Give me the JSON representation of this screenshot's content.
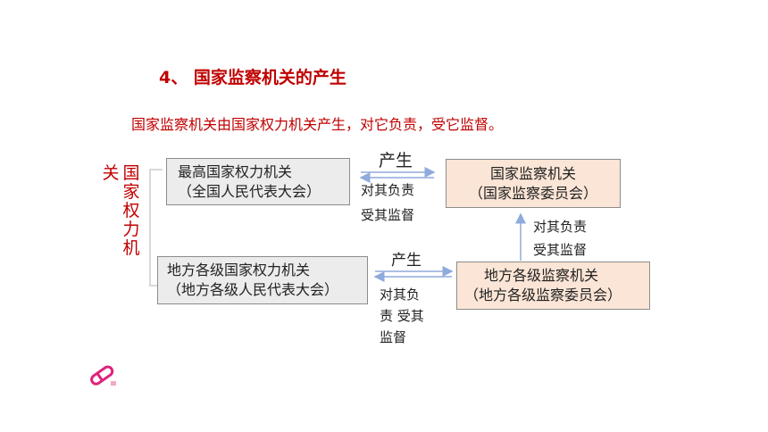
{
  "slide": {
    "title": "4、 国家监察机关的产生",
    "subtitle": "国家监察机关由国家权力机关产生，对它负责，受它监督。"
  },
  "diagram": {
    "side_label_top": "关",
    "side_label_vertical": [
      "国",
      "家",
      "权",
      "力",
      "机"
    ],
    "national_power": {
      "line1": "最高国家权力机关",
      "line2": "（全国人民代表大会）"
    },
    "national_supervision": {
      "line1": "国家监察机关",
      "line2": "（国家监察委员会）"
    },
    "local_power": {
      "line1": "地方各级国家权力机关",
      "line2": "（地方各级人民代表大会）"
    },
    "local_supervision": {
      "line1": "地方各级监察机关",
      "line2": "（地方各级监察委员会）"
    },
    "top_arrow_label": "产生",
    "top_relation_1": "对其负责",
    "top_relation_2": "受其监督",
    "vertical_relation_1": "对其负责",
    "vertical_relation_2": "受其监督",
    "bottom_arrow_label": "产生",
    "bottom_relation_1": "对其负",
    "bottom_relation_2": "责  受其",
    "bottom_relation_3": "监督"
  },
  "colors": {
    "accent_red": "#c00000",
    "arrow_blue": "#8faadc",
    "box_gray": "#ececec",
    "box_peach": "#fbe5d6",
    "icon_pink": "#e0217d"
  },
  "icons": {
    "corner": "pencil-eraser-icon"
  }
}
